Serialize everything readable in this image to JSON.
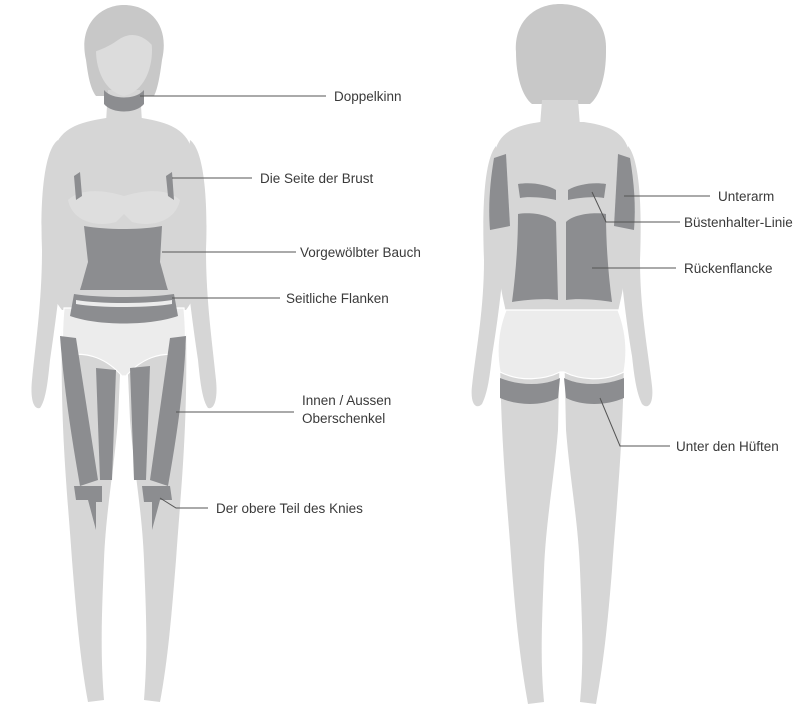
{
  "front": {
    "labels": [
      {
        "id": "doppelkinn",
        "text": "Doppelkinn"
      },
      {
        "id": "brust",
        "text": "Die Seite der Brust"
      },
      {
        "id": "bauch",
        "text": "Vorgewölbter Bauch"
      },
      {
        "id": "flanken",
        "text": "Seitliche Flanken"
      },
      {
        "id": "schenkel1",
        "text": "Innen / Aussen"
      },
      {
        "id": "schenkel2",
        "text": "Oberschenkel"
      },
      {
        "id": "knie",
        "text": "Der obere Teil des Knies"
      }
    ]
  },
  "back": {
    "labels": [
      {
        "id": "unterarm",
        "text": "Unterarm"
      },
      {
        "id": "bh",
        "text": "Büstenhalter-Linie"
      },
      {
        "id": "ruecken",
        "text": "Rückenflancke"
      },
      {
        "id": "huefte",
        "text": "Unter den Hüften"
      }
    ]
  },
  "colors": {
    "body": "#d6d6d6",
    "underwear": "#ececec",
    "zone": "#8c8d90",
    "line": "#555555",
    "text": "#3a3a3a",
    "hair": "#c8c8c8"
  }
}
